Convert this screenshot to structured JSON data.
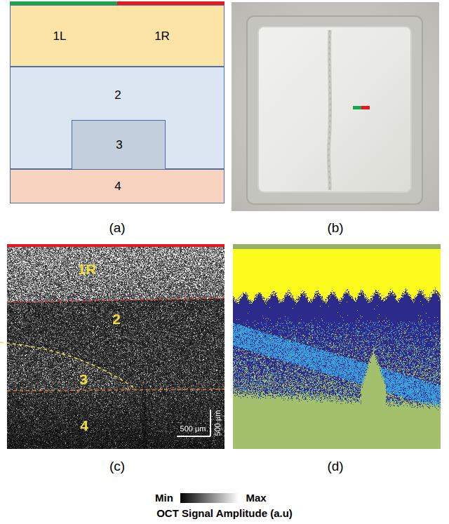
{
  "diagram": {
    "nodes": [
      {
        "text": [
          "1L",
          "1R"
        ]
      },
      {
        "text": [
          "2"
        ]
      },
      {
        "text": [
          "3"
        ],
        "in": 1
      },
      {
        "text": [
          "4"
        ]
      }
    ],
    "labels": [
      "(a)",
      "(b)",
      "1R",
      "2",
      "3",
      "4",
      "500 µm",
      "500 µm",
      "(c)",
      "(d)",
      "Min",
      "Max",
      "OCT Signal Amplitude (a.u)"
    ]
  }
}
